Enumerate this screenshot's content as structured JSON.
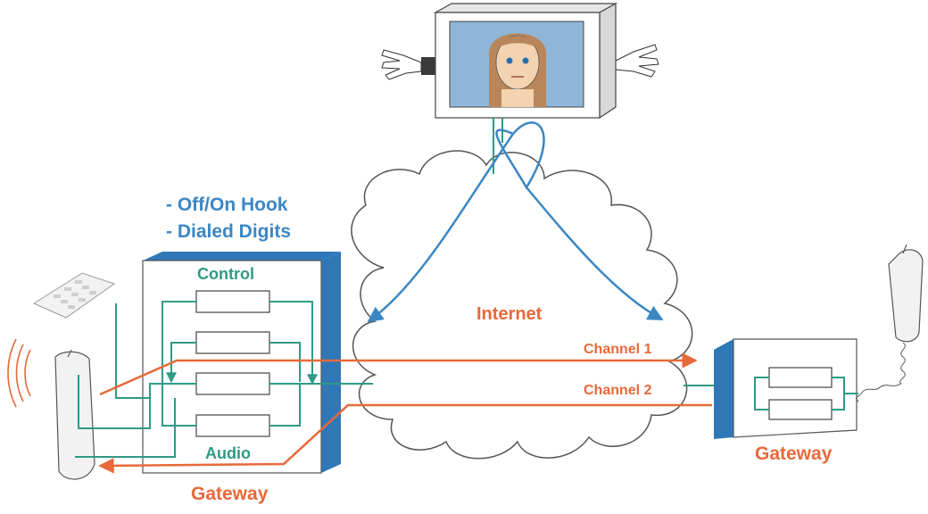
{
  "colors": {
    "teal": "#2f9a86",
    "blue": "#3b87c4",
    "orange": "#e8693a",
    "boxBlue": "#2f78b8",
    "cloud": "#ffffff",
    "outline": "#555555"
  },
  "notes": {
    "line1": "- Off/On Hook",
    "line2": "- Dialed Digits"
  },
  "gateway_left": {
    "control_label": "Control",
    "audio_label": "Audio",
    "caption": "Gateway"
  },
  "cloud": {
    "label": "Internet"
  },
  "channels": {
    "ch1": "Channel 1",
    "ch2": "Channel 2"
  },
  "gateway_right": {
    "caption": "Gateway"
  },
  "icons": {
    "monitor_person": "monitor-person-icon",
    "keypad": "keypad-icon",
    "phone_left": "cordless-phone-icon",
    "phone_right": "handset-icon",
    "waves": "signal-waves-icon"
  }
}
